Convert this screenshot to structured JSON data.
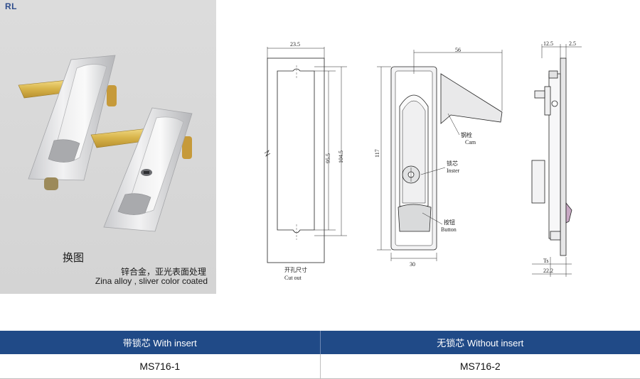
{
  "brand": "RL",
  "photo": {
    "title": "换图",
    "material_cn": "锌合金，亚光表面处理",
    "material_en": "Zina alloy , sliver color coated"
  },
  "drawing": {
    "cutout": {
      "dim_width": "23.5",
      "dim_inner": "95.5",
      "dim_outer": "104.5",
      "label_cn": "开孔尺寸",
      "label_en": "Cut out"
    },
    "front": {
      "dim_top": "56",
      "dim_height": "117",
      "dim_bottom": "30",
      "cam_cn": "钢栓",
      "cam_en": "Cam",
      "insert_cn": "锁芯",
      "insert_en": "Inster",
      "button_cn": "按钮",
      "button_en": "Button"
    },
    "side": {
      "dim_a": "12.5",
      "dim_b": "2.5",
      "dim_ts": "Ts",
      "dim_bottom": "22.2"
    }
  },
  "table": {
    "headers": [
      "带锁芯  With insert",
      "无锁芯  Without insert"
    ],
    "rows": [
      [
        "MS716-1",
        "MS716-2"
      ]
    ]
  }
}
